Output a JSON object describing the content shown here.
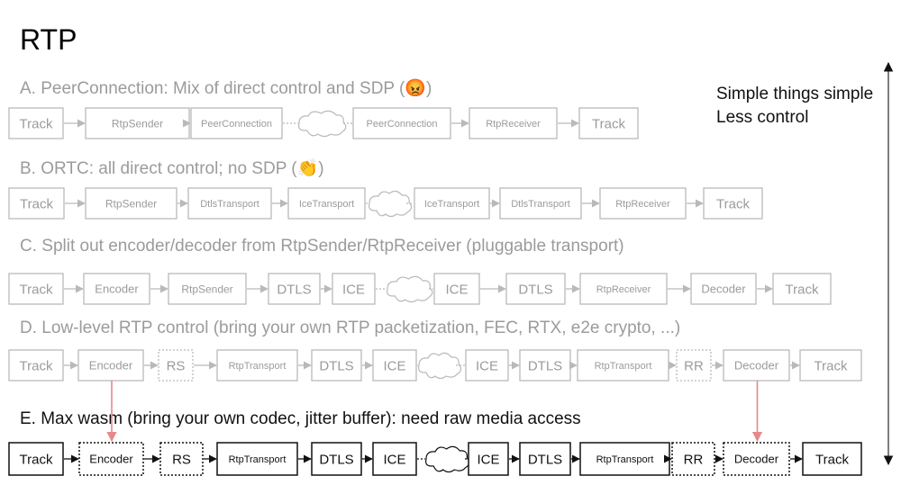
{
  "title": "RTP",
  "side_note": {
    "line1": "Simple things simple",
    "line2": "Less control"
  },
  "colors": {
    "dim_stroke": "#b9b9b9",
    "dim_text": "#9b9b9b",
    "dark_stroke": "#111111",
    "dark_text": "#111111",
    "connector": "#e5898b"
  },
  "rows": [
    {
      "id": "a",
      "heading": "A. PeerConnection: Mix of direct control and SDP (😡)",
      "style": "dim",
      "nodes": [
        {
          "label": "Track",
          "kind": "box"
        },
        {
          "label": "RtpSender",
          "kind": "box"
        },
        {
          "label": "PeerConnection",
          "kind": "box"
        },
        {
          "label": "",
          "kind": "cloud-icon"
        },
        {
          "label": "PeerConnection",
          "kind": "box"
        },
        {
          "label": "RtpReceiver",
          "kind": "box"
        },
        {
          "label": "Track",
          "kind": "box"
        }
      ]
    },
    {
      "id": "b",
      "heading": "B. ORTC: all direct control; no SDP (👏)",
      "style": "dim",
      "nodes": [
        {
          "label": "Track",
          "kind": "box"
        },
        {
          "label": "RtpSender",
          "kind": "box"
        },
        {
          "label": "DtlsTransport",
          "kind": "box"
        },
        {
          "label": "IceTransport",
          "kind": "box"
        },
        {
          "label": "",
          "kind": "cloud-icon"
        },
        {
          "label": "IceTransport",
          "kind": "box"
        },
        {
          "label": "DtlsTransport",
          "kind": "box"
        },
        {
          "label": "RtpReceiver",
          "kind": "box"
        },
        {
          "label": "Track",
          "kind": "box"
        }
      ]
    },
    {
      "id": "c",
      "heading": "C. Split out encoder/decoder from RtpSender/RtpReceiver (pluggable transport)",
      "style": "dim",
      "nodes": [
        {
          "label": "Track",
          "kind": "box"
        },
        {
          "label": "Encoder",
          "kind": "box"
        },
        {
          "label": "RtpSender",
          "kind": "box"
        },
        {
          "label": "DTLS",
          "kind": "box"
        },
        {
          "label": "ICE",
          "kind": "box"
        },
        {
          "label": "",
          "kind": "cloud-icon"
        },
        {
          "label": "ICE",
          "kind": "box"
        },
        {
          "label": "DTLS",
          "kind": "box"
        },
        {
          "label": "RtpReceiver",
          "kind": "box"
        },
        {
          "label": "Decoder",
          "kind": "box"
        },
        {
          "label": "Track",
          "kind": "box"
        }
      ]
    },
    {
      "id": "d",
      "heading": "D. Low-level RTP control (bring your own RTP packetization, FEC, RTX, e2e crypto, ...)",
      "style": "dim",
      "nodes": [
        {
          "label": "Track",
          "kind": "box"
        },
        {
          "label": "Encoder",
          "kind": "box"
        },
        {
          "label": "RS",
          "kind": "dotted-box"
        },
        {
          "label": "RtpTransport",
          "kind": "box"
        },
        {
          "label": "DTLS",
          "kind": "box"
        },
        {
          "label": "ICE",
          "kind": "box"
        },
        {
          "label": "",
          "kind": "cloud-icon"
        },
        {
          "label": "ICE",
          "kind": "box"
        },
        {
          "label": "DTLS",
          "kind": "box"
        },
        {
          "label": "RtpTransport",
          "kind": "box"
        },
        {
          "label": "RR",
          "kind": "dotted-box"
        },
        {
          "label": "Decoder",
          "kind": "box"
        },
        {
          "label": "Track",
          "kind": "box"
        }
      ]
    },
    {
      "id": "e",
      "heading": "E. Max wasm (bring your own codec, jitter buffer): need raw media access",
      "style": "dark",
      "nodes": [
        {
          "label": "Track",
          "kind": "box"
        },
        {
          "label": "Encoder",
          "kind": "dotted-box"
        },
        {
          "label": "RS",
          "kind": "dotted-box"
        },
        {
          "label": "RtpTransport",
          "kind": "box"
        },
        {
          "label": "DTLS",
          "kind": "box"
        },
        {
          "label": "ICE",
          "kind": "box"
        },
        {
          "label": "",
          "kind": "cloud-icon"
        },
        {
          "label": "ICE",
          "kind": "box"
        },
        {
          "label": "DTLS",
          "kind": "box"
        },
        {
          "label": "RtpTransport",
          "kind": "box"
        },
        {
          "label": "RR",
          "kind": "dotted-box"
        },
        {
          "label": "Decoder",
          "kind": "dotted-box"
        },
        {
          "label": "Track",
          "kind": "box"
        }
      ]
    }
  ]
}
